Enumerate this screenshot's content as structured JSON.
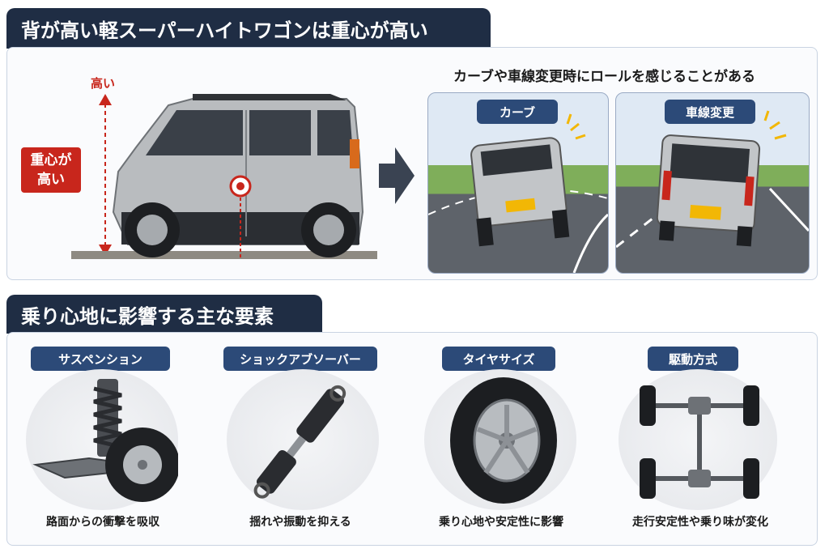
{
  "section1": {
    "title": "背が高い軽スーパーハイトワゴンは重心が高い",
    "height_label": "高い",
    "cog_label_line1": "重心が",
    "cog_label_line2": "高い",
    "roll_caption": "カーブや車線変更時にロールを感じることがある",
    "scene_curve_label": "カーブ",
    "scene_lane_label": "車線変更"
  },
  "section2": {
    "title": "乗り心地に影響する主な要素",
    "items": [
      {
        "label": "サスペンション",
        "caption": "路面からの衝撃を吸収"
      },
      {
        "label": "ショックアブソーバー",
        "caption": "揺れや振動を抑える"
      },
      {
        "label": "タイヤサイズ",
        "caption": "乗り心地や安定性に影響"
      },
      {
        "label": "駆動方式",
        "caption": "走行安定性や乗り味が変化"
      }
    ]
  },
  "colors": {
    "header_bg": "#1f2d44",
    "pill_bg": "#2c4a78",
    "accent_red": "#c8261c",
    "car_body": "#b9bcbf"
  }
}
